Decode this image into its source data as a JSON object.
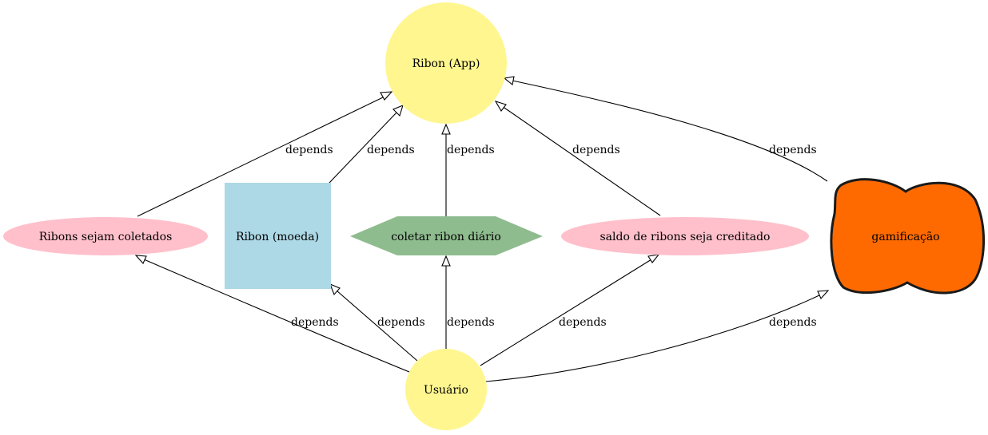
{
  "diagram": {
    "nodes": {
      "ribon_app": {
        "label": "Ribon (App)",
        "shape": "circle",
        "color": "#fff68f"
      },
      "ribons_coletados": {
        "label": "Ribons sejam coletados",
        "shape": "ellipse",
        "color": "#ffc0cb"
      },
      "ribon_moeda": {
        "label": "Ribon (moeda)",
        "shape": "box",
        "color": "#add8e6"
      },
      "coletar_diario": {
        "label": "coletar ribon diário",
        "shape": "hexagon",
        "color": "#8fbc8f"
      },
      "saldo_creditado": {
        "label": "saldo de ribons seja creditado",
        "shape": "ellipse",
        "color": "#ffc0cb"
      },
      "gamificacao": {
        "label": "gamificação",
        "shape": "blob",
        "color": "#ff6a00",
        "border_color": "#1a1a1a"
      },
      "usuario": {
        "label": "Usuário",
        "shape": "circle",
        "color": "#fff68f"
      }
    },
    "edges": [
      {
        "id": "e1",
        "from": "ribons_coletados",
        "to": "ribon_app",
        "label": "depends"
      },
      {
        "id": "e2",
        "from": "ribon_moeda",
        "to": "ribon_app",
        "label": "depends"
      },
      {
        "id": "e3",
        "from": "coletar_diario",
        "to": "ribon_app",
        "label": "depends"
      },
      {
        "id": "e4",
        "from": "saldo_creditado",
        "to": "ribon_app",
        "label": "depends"
      },
      {
        "id": "e5",
        "from": "gamificacao",
        "to": "ribon_app",
        "label": "depends"
      },
      {
        "id": "e6",
        "from": "usuario",
        "to": "ribons_coletados",
        "label": "depends"
      },
      {
        "id": "e7",
        "from": "usuario",
        "to": "ribon_moeda",
        "label": "depends"
      },
      {
        "id": "e8",
        "from": "usuario",
        "to": "coletar_diario",
        "label": "depends"
      },
      {
        "id": "e9",
        "from": "usuario",
        "to": "saldo_creditado",
        "label": "depends"
      },
      {
        "id": "e10",
        "from": "usuario",
        "to": "gamificacao",
        "label": "depends"
      }
    ]
  }
}
